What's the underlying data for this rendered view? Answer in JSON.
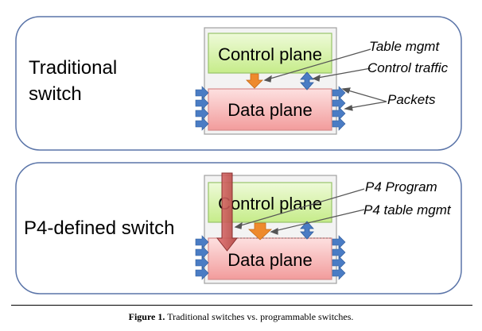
{
  "panels": [
    {
      "label_lines": [
        "Traditional",
        "switch"
      ],
      "control_label": "Control plane",
      "data_label": "Data plane",
      "annotations": [
        "Table mgmt",
        "Control traffic",
        "Packets"
      ]
    },
    {
      "label_lines": [
        "P4-defined switch"
      ],
      "control_label": "Control plane",
      "data_label": "Data plane",
      "annotations": [
        "P4 Program",
        "P4 table mgmt"
      ]
    }
  ],
  "caption": {
    "figure": "Figure 1.",
    "text": "Traditional switches vs. programmable switches."
  },
  "colors": {
    "panel_border": "#5a74a8",
    "control_fill": "#d4f2a0",
    "control_border": "#98c46a",
    "data_fill": "#f6b3b3",
    "data_border": "#d88a8a",
    "switch_fill": "#f2f2f2",
    "switch_border": "#a0a0a0",
    "blue_arrow": "#4a7cc4",
    "orange_arrow": "#ee8a2c",
    "program_arrow": "#c4504a"
  }
}
